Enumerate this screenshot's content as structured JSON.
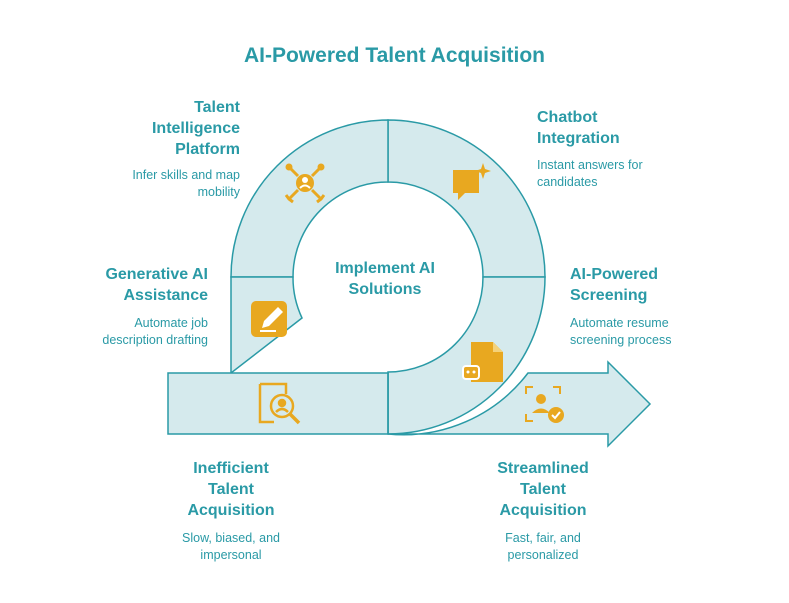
{
  "title": "AI-Powered Talent Acquisition",
  "center": "Implement AI Solutions",
  "steps": {
    "talent_intelligence": {
      "heading": "Talent Intelligence Platform",
      "line1": "Talent",
      "line2": "Intelligence",
      "line3": "Platform",
      "desc1": "Infer skills and map",
      "desc2": "mobility",
      "icon": "network-person-icon"
    },
    "chatbot": {
      "line1": "Chatbot",
      "line2": "Integration",
      "desc1": "Instant answers for",
      "desc2": "candidates",
      "icon": "chat-sparkle-icon"
    },
    "generative": {
      "line1": "Generative AI",
      "line2": "Assistance",
      "desc1": "Automate job",
      "desc2": "description drafting",
      "icon": "edit-pencil-icon"
    },
    "screening": {
      "line1": "AI-Powered",
      "line2": "Screening",
      "desc1": "Automate resume",
      "desc2": "screening process",
      "icon": "document-robot-icon"
    },
    "inefficient": {
      "line1": "Inefficient",
      "line2": "Talent",
      "line3": "Acquisition",
      "desc1": "Slow, biased, and",
      "desc2": "impersonal",
      "icon": "search-person-icon"
    },
    "streamlined": {
      "line1": "Streamlined",
      "line2": "Talent",
      "line3": "Acquisition",
      "desc1": "Fast, fair, and",
      "desc2": "personalized",
      "icon": "user-check-icon"
    }
  },
  "colors": {
    "fill": "#d5eaed",
    "stroke": "#2a9aa6",
    "icon": "#e8a820",
    "text": "#2a9aa6"
  }
}
